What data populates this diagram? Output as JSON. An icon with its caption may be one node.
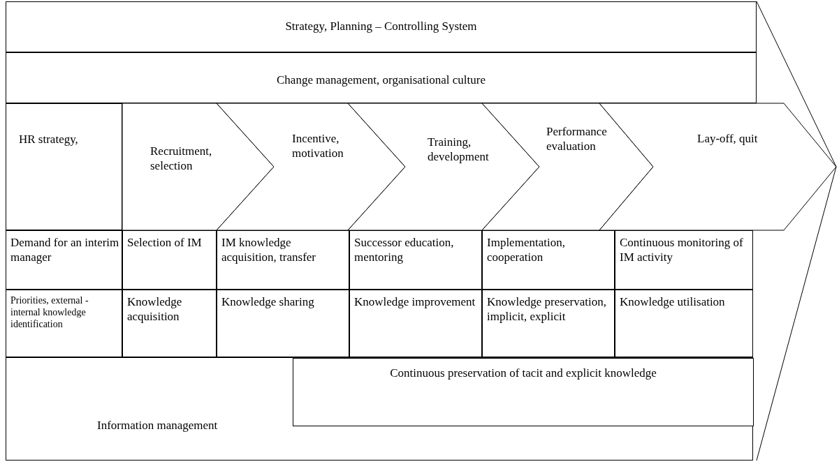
{
  "diagram": {
    "nodes": [
      {
        "text": [
          "Strategy, Planning – Controlling System"
        ]
      },
      {
        "text": [
          "Change management, organisational culture"
        ]
      },
      {
        "text": [
          "HR strategy,"
        ]
      },
      {
        "text": [
          "Recruitment, selection"
        ]
      },
      {
        "text": [
          "Incentive, motivation"
        ]
      },
      {
        "text": [
          "Training, development"
        ]
      },
      {
        "text": [
          "Performance evaluation"
        ]
      },
      {
        "text": [
          "Lay-off, quit"
        ]
      },
      {
        "text": [
          "Demand for an interim manager"
        ]
      },
      {
        "text": [
          "Selection of IM"
        ]
      },
      {
        "text": [
          "IM knowledge acquisition, transfer"
        ]
      },
      {
        "text": [
          "Successor education, mentoring"
        ]
      },
      {
        "text": [
          "Implementation, cooperation"
        ]
      },
      {
        "text": [
          "Continuous monitoring of IM activity"
        ]
      },
      {
        "text": [
          "Priorities, external - internal knowledge identification"
        ]
      },
      {
        "text": [
          "Knowledge acquisition"
        ]
      },
      {
        "text": [
          "Knowledge sharing"
        ]
      },
      {
        "text": [
          "Knowledge improvement"
        ]
      },
      {
        "text": [
          "Knowledge preservation, implicit, explicit"
        ]
      },
      {
        "text": [
          "Knowledge utilisation"
        ]
      },
      {
        "text": [
          "Information management"
        ]
      },
      {
        "text": [
          "Continuous preservation of tacit and explicit knowledge"
        ],
        "in": 20
      }
    ]
  }
}
